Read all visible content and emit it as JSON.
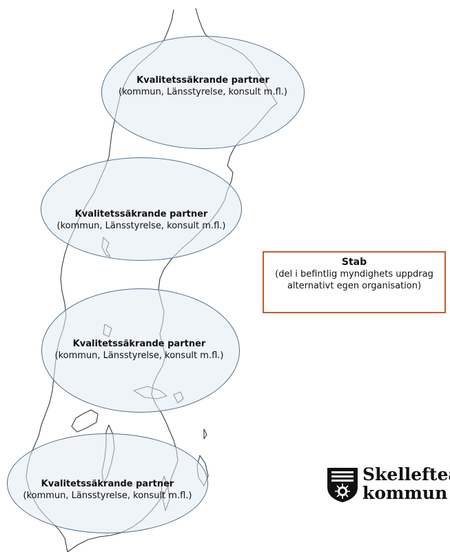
{
  "partners": [
    {
      "title": "Kvalitetssäkrande partner",
      "subtitle": "(kommun, Länsstyrelse, konsult m.fl.)"
    },
    {
      "title": "Kvalitetssäkrande partner",
      "subtitle": "(kommun, Länsstyrelse, konsult m.fl.)"
    },
    {
      "title": "Kvalitetssäkrande partner",
      "subtitle": "(kommun, Länsstyrelse, konsult m.fl.)"
    },
    {
      "title": "Kvalitetssäkrande partner",
      "subtitle": "(kommun, Länsstyrelse, konsult m.fl.)"
    }
  ],
  "stab": {
    "title": "Stab",
    "description": "(del i befintlig myndighets uppdrag alternativt egen organisation)"
  },
  "logo": {
    "line1": "Skellefteå",
    "line2": "kommun"
  },
  "colors": {
    "ellipse_border": "#4f6e8c",
    "ellipse_fill": "#e1ebf3",
    "stab_border": "#c55a2a",
    "map_outline": "#3a3a3a"
  }
}
